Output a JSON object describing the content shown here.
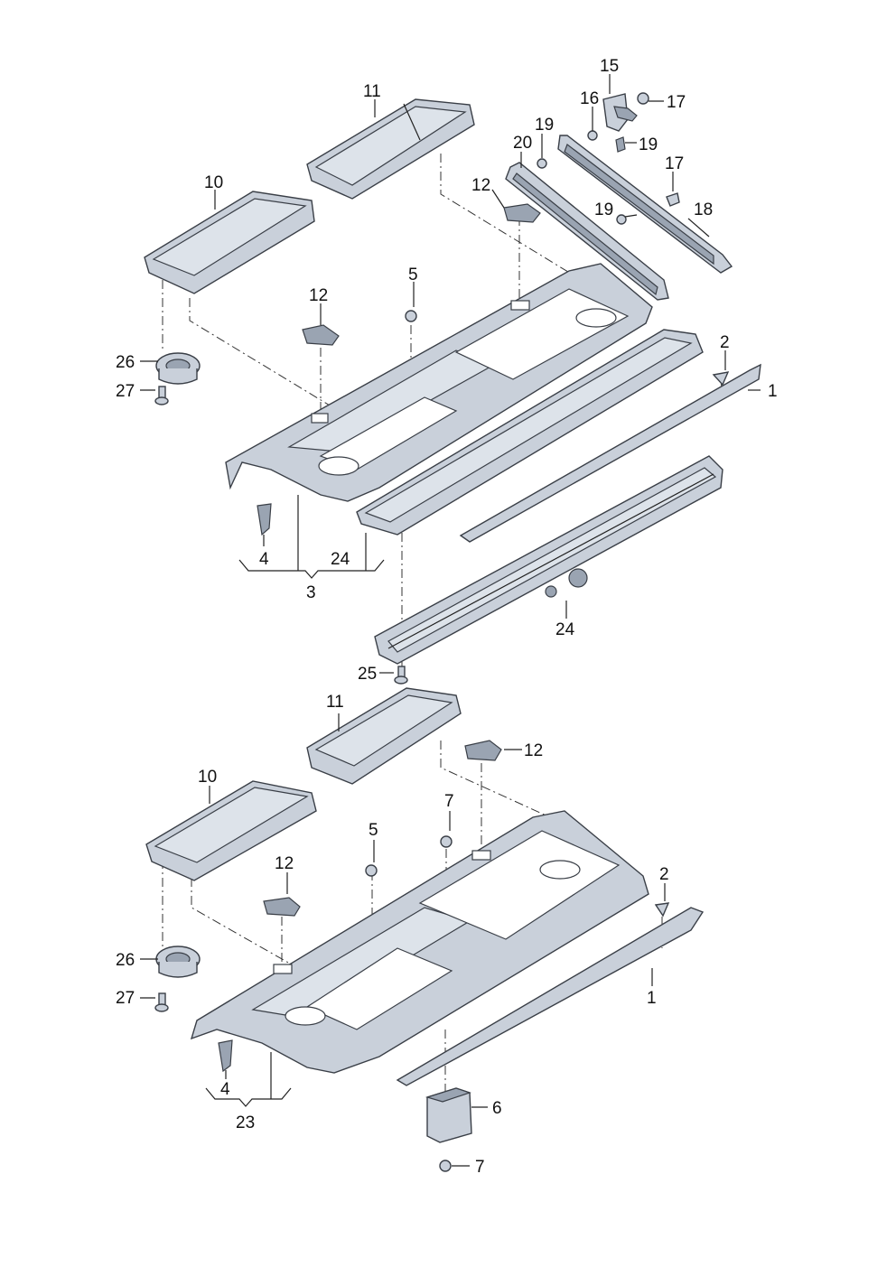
{
  "callouts": {
    "c15": "15",
    "c16": "16",
    "c17a": "17",
    "c19a": "19",
    "c19b": "19",
    "c20": "20",
    "c17b": "17",
    "c18": "18",
    "c19c": "19",
    "c11a": "11",
    "c10a": "10",
    "c12a": "12",
    "c12b": "12",
    "c5a": "5",
    "c26a": "26",
    "c27a": "27",
    "c2a": "2",
    "c1a": "1",
    "c4a": "4",
    "c24a": "24",
    "c3": "3",
    "c24b": "24",
    "c25": "25",
    "c11b": "11",
    "c12c": "12",
    "c10b": "10",
    "c7a": "7",
    "c5b": "5",
    "c12d": "12",
    "c2b": "2",
    "c26b": "26",
    "c27b": "27",
    "c1b": "1",
    "c4b": "4",
    "c23": "23",
    "c6": "6",
    "c7b": "7"
  }
}
